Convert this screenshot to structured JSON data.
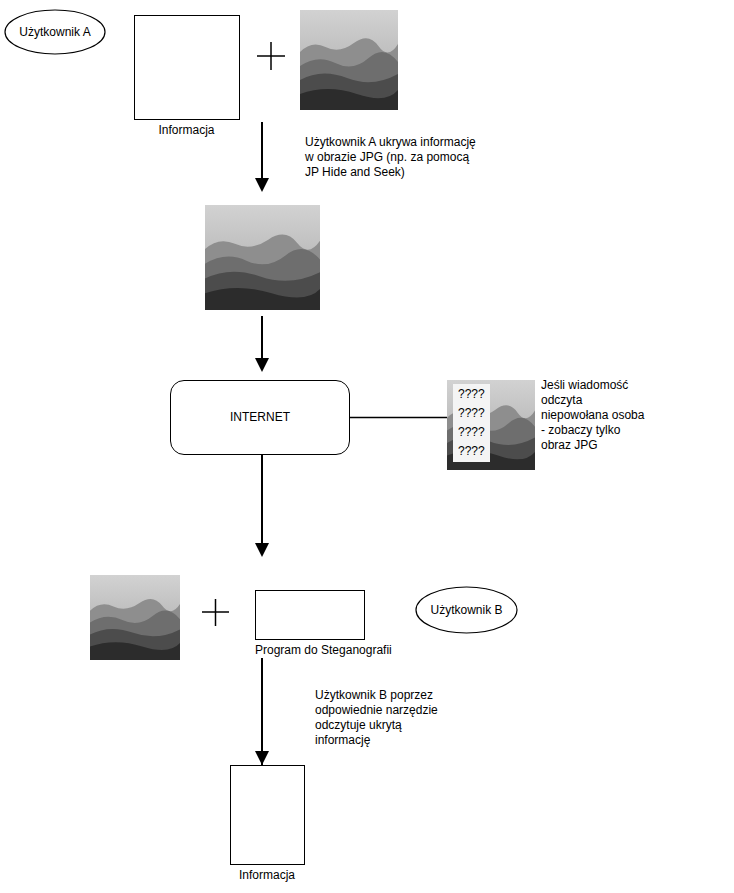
{
  "diagram": {
    "nodes": [
      {
        "text": [
          "Użytkownik A"
        ]
      },
      {
        "text": [
          "Informacja"
        ]
      },
      {
        "text": [
          "INTERNET"
        ]
      },
      {
        "text": [
          "????",
          "????",
          "????",
          "????"
        ]
      },
      {
        "text": [
          "Program do Steganografii"
        ]
      },
      {
        "text": [
          "Użytkownik B"
        ]
      },
      {
        "text": [
          "Informacja"
        ]
      }
    ],
    "edges": [
      {
        "from": 2,
        "to": 3,
        "arrow": "none"
      },
      {
        "from": 4,
        "to": 6,
        "arrow": "to"
      }
    ],
    "labels": [
      "Użytkownik A ukrywa informację w obrazie JPG (np. za pomocą JP Hide and Seek)",
      "Jeśli wiadomość odczyta niepowołana osoba - zobaczy tylko obraz JPG",
      "Użytkownik B poprzez odpowiednie narzędzie odczytuje ukrytą informację"
    ]
  }
}
